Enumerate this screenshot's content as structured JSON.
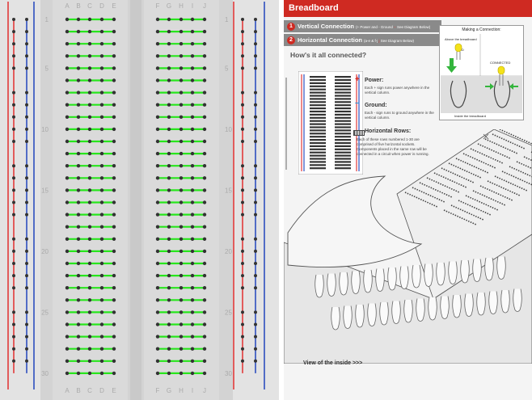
{
  "board": {
    "columns_left": [
      "A",
      "B",
      "C",
      "D",
      "E"
    ],
    "columns_right": [
      "F",
      "G",
      "H",
      "I",
      "J"
    ],
    "row_labels": [
      "1",
      "5",
      "10",
      "15",
      "20",
      "25",
      "30"
    ],
    "row_label_values": [
      1,
      5,
      10,
      15,
      20,
      25,
      30
    ],
    "row_count": 30,
    "colors": {
      "background": "#d8d8d8",
      "power": "#e23a3a",
      "ground": "#2d4fbf",
      "connection": "#27e61c",
      "hole": "#333333"
    }
  },
  "sheet": {
    "title": "Breadboard",
    "step1": {
      "number": "1",
      "label": "Vertical Connection",
      "note_prefix": "(+ Power and - Ground",
      "note_suffix": "See Diagram Below)"
    },
    "step2": {
      "number": "2",
      "label": "Horizontal Connection",
      "note_prefix": "(a-e & f-j",
      "note_suffix": "See Diagram Below)"
    },
    "how_title": "How's it all connected?",
    "connection_box": {
      "title": "Making a Connection:",
      "above": "Above the breadboard",
      "led": "LED",
      "connected": "CONNECTED",
      "inside": "Inside the breadboard"
    },
    "power": {
      "symbol": "+",
      "title": "Power:",
      "desc_lines": [
        "Each + sign runs power anywhere in the",
        "vertical column."
      ]
    },
    "ground": {
      "symbol": "–",
      "title": "Ground:",
      "desc_lines": [
        "Each - sign runs to ground anywhere in the",
        "vertical column."
      ]
    },
    "rows": {
      "title": "Horizontal Rows:",
      "desc_lines": [
        "Each of these rows numbered 1-30 are",
        "comprised of five horizontal sockets.",
        "Components placed in the same row will be",
        "connected in a circuit when power is running."
      ]
    },
    "inside_caption": "View of the inside >>>",
    "colors": {
      "header": "#cf2a22",
      "bar": "#8a8a8a",
      "led": "#f4e21a",
      "arrow": "#33b53c"
    }
  }
}
